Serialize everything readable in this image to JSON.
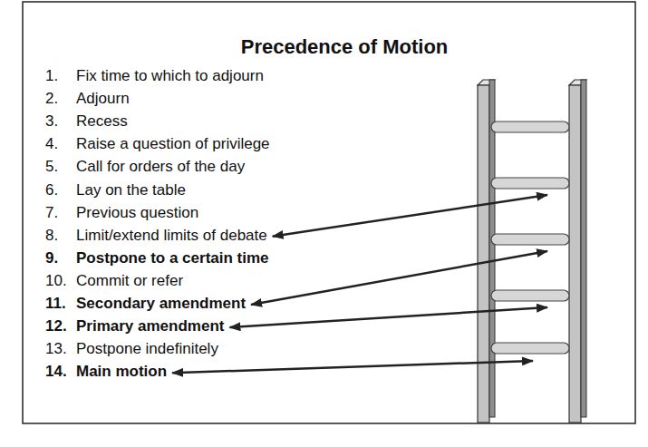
{
  "diagram": {
    "title": "Precedence of Motion",
    "labels": [
      "1.",
      "Fix time to which to adjourn",
      "2.",
      "Adjourn",
      "3.",
      "Recess",
      "4.",
      "Raise a question of privilege",
      "5.",
      "Call for orders of the day",
      "6.",
      "Lay on the table",
      "7.",
      "Previous question",
      "8.",
      "Limit/extend limits of debate",
      "9.",
      "Postpone to a certain time",
      "10.",
      "Commit or refer",
      "11.",
      "Secondary amendment",
      "12.",
      "Primary amendment",
      "13.",
      "Postpone indefinitely",
      "14.",
      "Main motion"
    ]
  }
}
